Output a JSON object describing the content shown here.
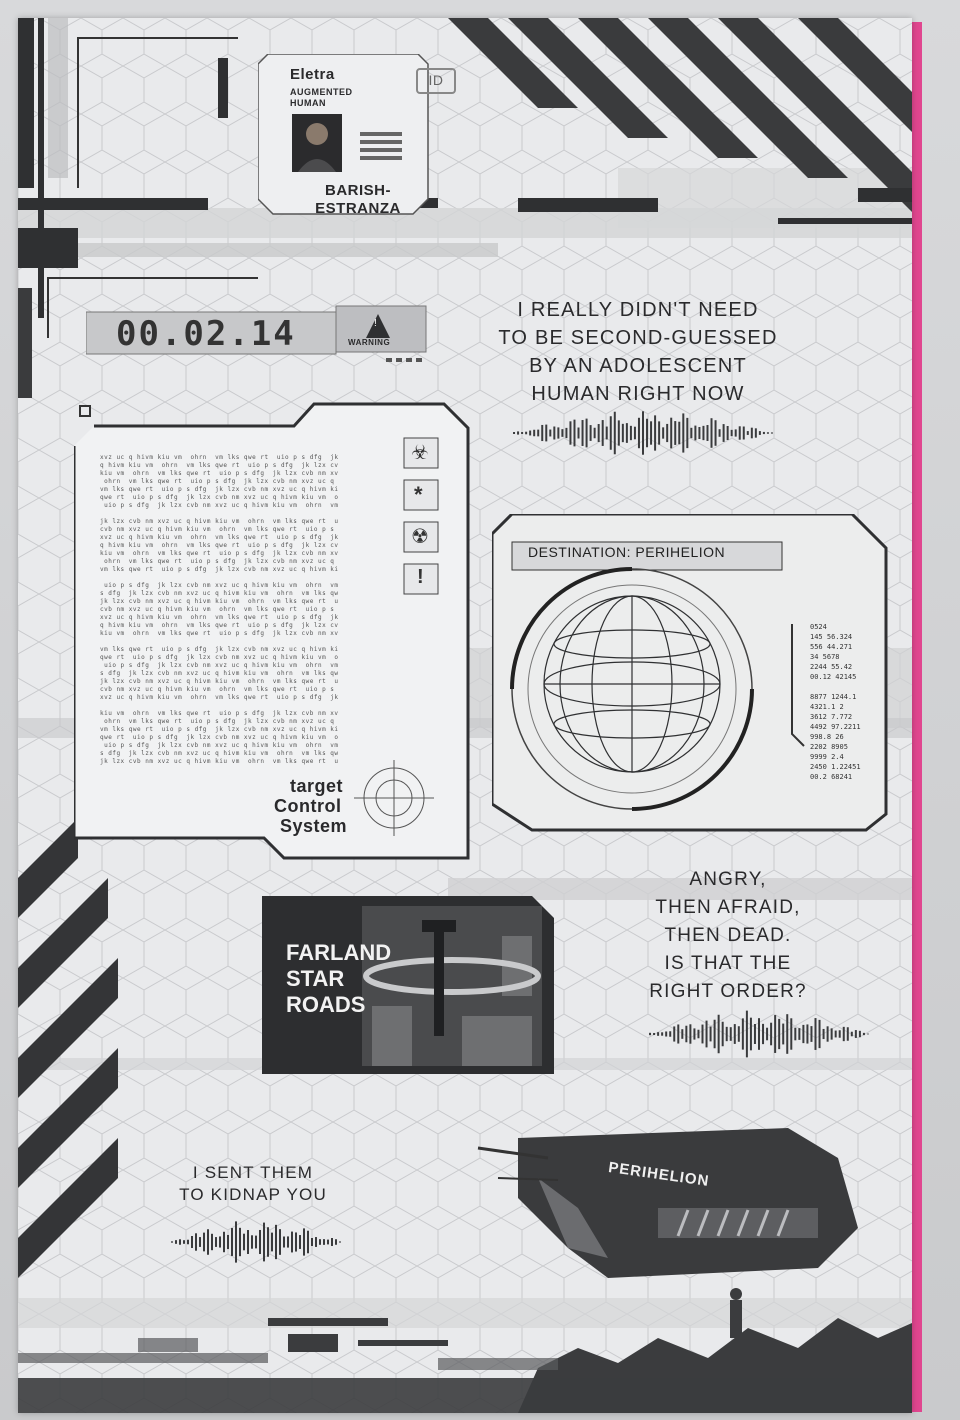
{
  "id_card": {
    "id_badge": "ID",
    "name": "Eletra",
    "type_line1": "AUGMENTED",
    "type_line2": "HUMAN",
    "surname_line1": "BARISH-",
    "surname_line2": "ESTRANZA"
  },
  "timer": {
    "value": "00.02.14",
    "warning": "WARNING"
  },
  "quote1": {
    "line1": "I REALLY DIDN'T NEED",
    "line2": "TO BE SECOND-GUESSED",
    "line3": "BY AN ADOLESCENT",
    "line4": "HUMAN RIGHT NOW"
  },
  "panel_left": {
    "label1": "target",
    "label2": "Control",
    "label3": "System",
    "icons": [
      "biohazard-icon",
      "asterisk-icon",
      "radiation-icon",
      "exclamation-icon"
    ]
  },
  "destination": {
    "label": "DESTINATION: PERIHELION",
    "numbers_col": [
      "0524",
      "145 56.324",
      "556 44.271",
      "34  5678",
      "2244  55.42",
      "00.12  42145",
      "",
      "8877 1244.1",
      "4321.1   2",
      "3612  7.772",
      "4492  97.2211",
      "998.8  26",
      "2202  8905",
      "9999  2.4",
      "2450 1.22451",
      "00.2  68241"
    ]
  },
  "quote2": {
    "line1": "ANGRY,",
    "line2": "THEN AFRAID,",
    "line3": "THEN DEAD.",
    "line4": "IS THAT THE",
    "line5": "RIGHT ORDER?"
  },
  "farland": {
    "line1": "FARLAND",
    "line2": "STAR",
    "line3": "ROADS"
  },
  "quote3": {
    "line1": "I SENT THEM",
    "line2": "TO KIDNAP YOU"
  },
  "ship": {
    "name": "PERIHELION"
  },
  "colors": {
    "spine": "#e0468f",
    "ink": "#2a2a2c",
    "paper": "#e9eaec"
  }
}
